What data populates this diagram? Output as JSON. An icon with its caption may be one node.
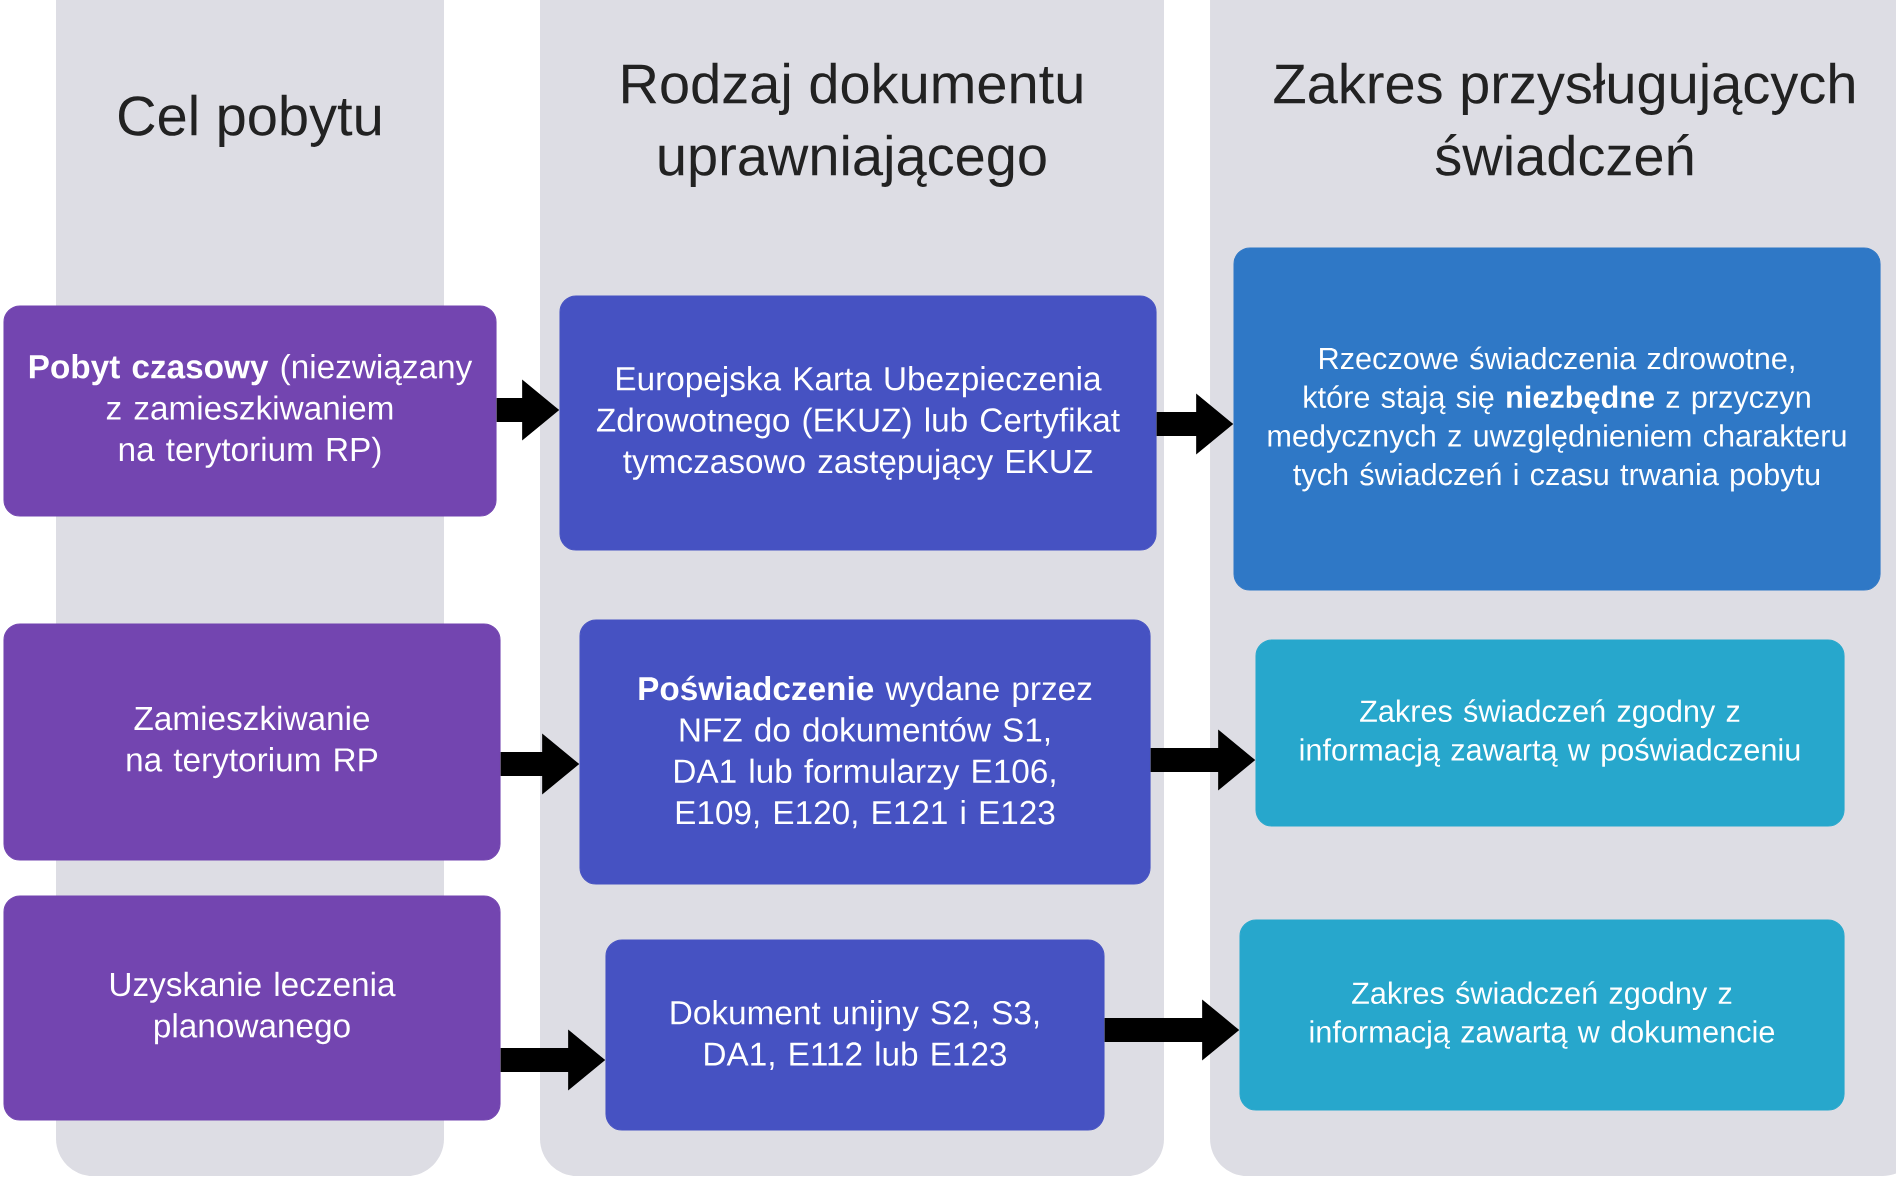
{
  "diagram": {
    "nodes": [
      {
        "text": [
          "Cel pobytu"
        ]
      },
      {
        "text": [
          "Rodzaj dokumentu uprawniającego"
        ]
      },
      {
        "text": [
          "Zakres przysługujących świadczeń"
        ]
      },
      {
        "text": [
          "**Pobyt czasowy** (niezwiązany z zamieszkiwaniem na terytorium RP)"
        ]
      },
      {
        "text": [
          "Europejska Karta Ubezpieczenia Zdrowotnego (EKUZ) lub Certyfikat tymczasowo zastępujący EKUZ"
        ],
        "in": 1
      },
      {
        "text": [
          "Rzeczowe świadczenia zdrowotne, które stają się **niezbędne** z przyczyn medycznych z uwzględnieniem charakteru tych świadczeń i czasu trwania pobytu"
        ],
        "in": 2
      },
      {
        "text": [
          "Zamieszkiwanie na terytorium RP"
        ]
      },
      {
        "text": [
          "**Poświadczenie** wydane przez NFZ do dokumentów S1, DA1 lub formularzy E106, E109, E120, E121 i E123"
        ],
        "in": 1
      },
      {
        "text": [
          "Zakres świadczeń zgodny z informacją zawartą w poświadczeniu"
        ],
        "in": 2
      },
      {
        "text": [
          "Uzyskanie leczenia planowanego"
        ]
      },
      {
        "text": [
          "Dokument unijny S2, S3, DA1, E112 lub E123"
        ],
        "in": 1
      },
      {
        "text": [
          "Zakres świadczeń zgodny z informacją zawartą w dokumencie"
        ],
        "in": 2
      }
    ],
    "edges": [
      {
        "from": 3,
        "to": 4,
        "arrow": "to"
      },
      {
        "from": 4,
        "to": 5,
        "arrow": "to"
      },
      {
        "from": 6,
        "to": 7,
        "arrow": "to"
      },
      {
        "from": 7,
        "to": 8,
        "arrow": "to"
      },
      {
        "from": 9,
        "to": 10,
        "arrow": "to"
      },
      {
        "from": 10,
        "to": 11,
        "arrow": "to"
      }
    ]
  }
}
